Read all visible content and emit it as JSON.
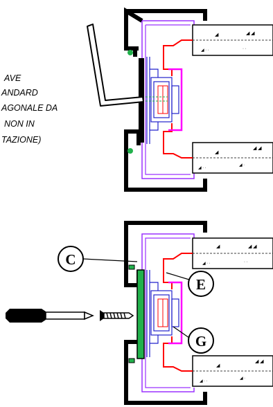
{
  "note_lines": [
    "AVE",
    "ANDARD",
    "AGONALE DA",
    "NON IN",
    "TAZIONE)"
  ],
  "callouts": {
    "c": "C",
    "e": "E",
    "g": "G"
  },
  "colors": {
    "frame": "#000000",
    "profile": "#9b30ff",
    "hinge": "#2222cc",
    "seal": "#ff0000",
    "magenta": "#ff00ff",
    "plate": "#22b14c",
    "concrete_mark": "#000000"
  },
  "icons": [
    "allen-key-icon",
    "screwdriver-icon",
    "screw-icon"
  ]
}
